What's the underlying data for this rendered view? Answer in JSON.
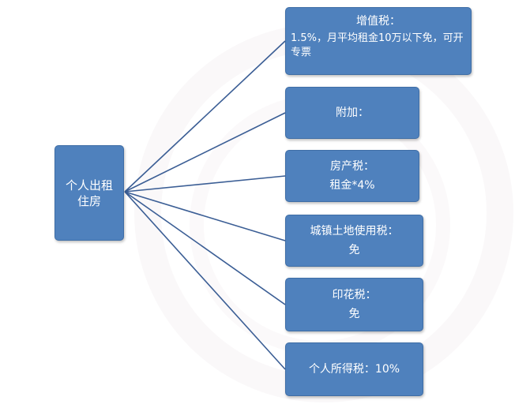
{
  "root": {
    "label": "个人出租住房"
  },
  "branches": [
    {
      "title": "增值税：",
      "detail": "1.5%，月平均租金10万以下免，可开专票"
    },
    {
      "title": "附加：",
      "detail": ""
    },
    {
      "title": "房产税：",
      "detail": "租金*4%"
    },
    {
      "title": "城镇土地使用税：",
      "detail": "免"
    },
    {
      "title": "印花税：",
      "detail": "免"
    },
    {
      "title": "个人所得税：10%",
      "detail": ""
    }
  ],
  "colors": {
    "box_fill": "#4f81bd",
    "box_border": "#3f6ea6",
    "connector": "#3b5e95",
    "text": "#ffffff"
  }
}
